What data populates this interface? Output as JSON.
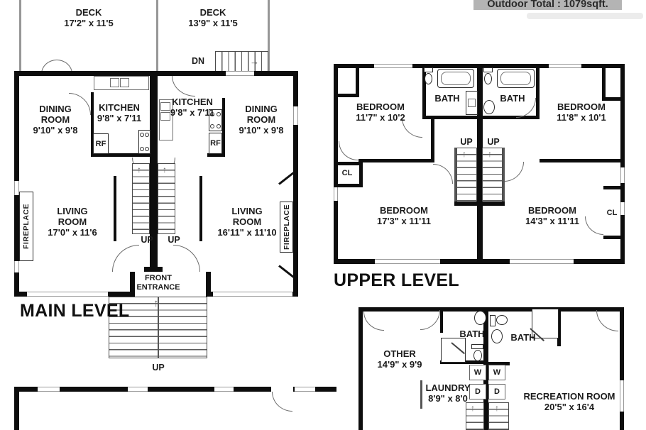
{
  "banner": {
    "text": "Outdoor Total : 1079sqft."
  },
  "levels": {
    "main": "MAIN LEVEL",
    "upper": "UPPER LEVEL"
  },
  "glossary": {
    "up": "UP",
    "dn": "DN",
    "rf": "RF",
    "cl": "CL",
    "washer": "W",
    "dryer": "D",
    "bath": "BATH",
    "fireplace": "FIREPLACE",
    "arrow_up": "↑",
    "arrow_right": "→"
  },
  "rooms": {
    "deck_left": {
      "name": "DECK",
      "dims": "17'2\" x 11'5"
    },
    "deck_right": {
      "name": "DECK",
      "dims": "13'9\" x 11'5"
    },
    "dining_left": {
      "name": "DINING ROOM",
      "dims": "9'10\" x 9'8"
    },
    "kitchen_left": {
      "name": "KITCHEN",
      "dims": "9'8\" x 7'11"
    },
    "dining_right": {
      "name": "DINING ROOM",
      "dims": "9'10\" x 9'8"
    },
    "kitchen_right": {
      "name": "KITCHEN",
      "dims": "9'8\" x 7'11"
    },
    "living_left": {
      "name": "LIVING ROOM",
      "dims": "17'0\" x 11'6"
    },
    "living_right": {
      "name": "LIVING ROOM",
      "dims": "16'11\" x 11'10"
    },
    "front_entrance": {
      "name": "FRONT ENTRANCE"
    },
    "bedroom_upper_left": {
      "name": "BEDROOM",
      "dims": "11'7\" x 10'2"
    },
    "bedroom_upper_right": {
      "name": "BEDROOM",
      "dims": "11'8\" x 10'1"
    },
    "bedroom_lower_left": {
      "name": "BEDROOM",
      "dims": "17'3\" x 11'11"
    },
    "bedroom_lower_right": {
      "name": "BEDROOM",
      "dims": "14'3\" x 11'11"
    },
    "other": {
      "name": "OTHER",
      "dims": "14'9\" x 9'9"
    },
    "laundry": {
      "name": "LAUNDRY",
      "dims": "8'9\" x 8'0"
    },
    "recreation": {
      "name": "RECREATION ROOM",
      "dims": "20'5\" x 16'4"
    }
  },
  "colors": {
    "wall": "#0d0d0d",
    "banner_bg": "#b4b4b4",
    "banner_text": "#2a2a2a",
    "line": "#555555"
  }
}
